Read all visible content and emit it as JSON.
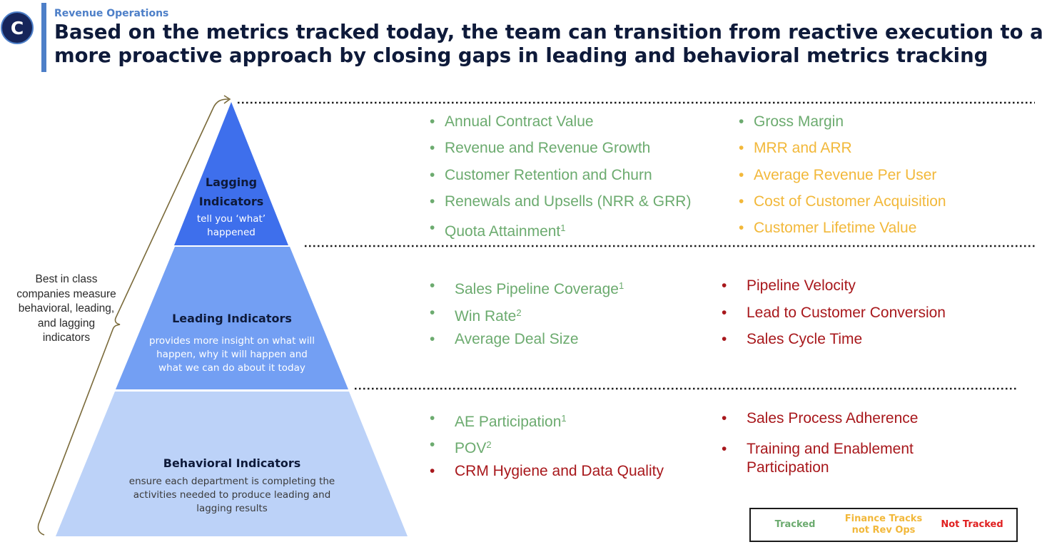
{
  "header": {
    "badge": "C",
    "eyebrow": "Revenue Operations",
    "headline_line1": "Based on the metrics tracked today, the team can transition from reactive execution to a",
    "headline_line2": "more proactive approach by closing gaps in leading and behavioral metrics tracking"
  },
  "side_note": [
    "Best in class",
    "companies measure",
    "behavioral, leading,",
    "and lagging",
    "indicators"
  ],
  "tiers": {
    "lagging": {
      "title_line1": "Lagging",
      "title_line2": "Indicators",
      "desc_line1": "tell you ‘what’",
      "desc_line2": "happened",
      "color": "#3e6fec"
    },
    "leading": {
      "title": "Leading Indicators",
      "desc_line1": "provides more insight on what will",
      "desc_line2": "happen, why it will happen and",
      "desc_line3": "what we can do about it today",
      "color": "#739ff3"
    },
    "behavioral": {
      "title": "Behavioral Indicators",
      "desc_line1": "ensure each department is completing the",
      "desc_line2": "activities needed to produce leading and",
      "desc_line3": "lagging results",
      "color": "#bcd2f8"
    }
  },
  "metrics": {
    "lagging_left": [
      {
        "text": "Annual Contract Value",
        "sup": "",
        "status": "tracked"
      },
      {
        "text": "Revenue and Revenue Growth",
        "sup": "",
        "status": "tracked"
      },
      {
        "text": "Customer Retention and Churn",
        "sup": "",
        "status": "tracked"
      },
      {
        "text": "Renewals and Upsells (NRR & GRR)",
        "sup": "",
        "status": "tracked"
      },
      {
        "text": "Quota Attainment",
        "sup": "1",
        "status": "tracked"
      }
    ],
    "lagging_right": [
      {
        "text": "Gross Margin",
        "sup": "",
        "status": "tracked"
      },
      {
        "text": "MRR and ARR",
        "sup": "",
        "status": "finance"
      },
      {
        "text": "Average Revenue Per User",
        "sup": "",
        "status": "finance"
      },
      {
        "text": "Cost of Customer Acquisition",
        "sup": "",
        "status": "finance"
      },
      {
        "text": "Customer Lifetime Value",
        "sup": "",
        "status": "finance"
      }
    ],
    "leading_left": [
      {
        "text": "Sales Pipeline Coverage",
        "sup": "1",
        "status": "tracked"
      },
      {
        "text": "Win Rate",
        "sup": "2",
        "status": "tracked"
      },
      {
        "text": "Average Deal Size",
        "sup": "",
        "status": "tracked"
      }
    ],
    "leading_right": [
      {
        "text": "Pipeline Velocity",
        "sup": "",
        "status": "not_tracked"
      },
      {
        "text": "Lead to Customer Conversion",
        "sup": "",
        "status": "not_tracked"
      },
      {
        "text": "Sales Cycle Time",
        "sup": "",
        "status": "not_tracked"
      }
    ],
    "behavioral_left": [
      {
        "text": "AE Participation",
        "sup": "1",
        "status": "tracked"
      },
      {
        "text": "POV",
        "sup": "2",
        "status": "tracked"
      },
      {
        "text": "CRM Hygiene and Data Quality",
        "sup": "",
        "status": "not_tracked"
      }
    ],
    "behavioral_right": [
      {
        "text": "Sales Process Adherence",
        "sup": "",
        "status": "not_tracked"
      },
      {
        "text": "Training and Enablement Participation",
        "sup": "",
        "status": "not_tracked"
      }
    ]
  },
  "legend": {
    "tracked": "Tracked",
    "finance_line1": "Finance Tracks",
    "finance_line2": "not Rev Ops",
    "not_tracked": "Not Tracked"
  },
  "colors": {
    "tracked": "#6cab6f",
    "finance": "#f2b83a",
    "not_tracked": "#a8181c",
    "accent": "#4d7fc8",
    "navy": "#0e1a3a"
  },
  "bullet_glyph": "•"
}
